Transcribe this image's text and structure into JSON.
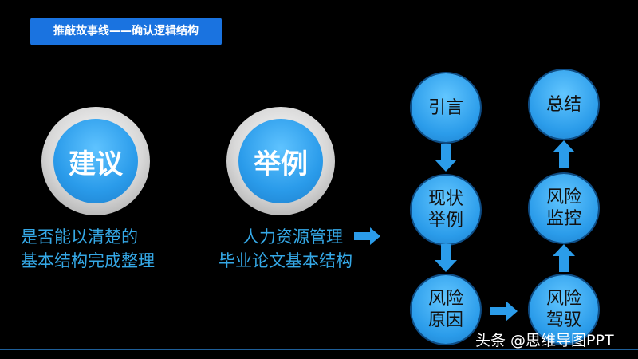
{
  "title": "推敲故事线——确认逻辑结构",
  "left_items": [
    {
      "circle": "建议",
      "lines": [
        "是否能以清楚的",
        "基本结构完成整理"
      ]
    },
    {
      "circle": "举例",
      "lines": [
        "人力资源管理",
        "毕业论文基本结构"
      ]
    }
  ],
  "flow": {
    "nodes": {
      "intro": [
        "引言"
      ],
      "example": [
        "现状",
        "举例"
      ],
      "cause": [
        "风险",
        "原因"
      ],
      "summary": [
        "总结"
      ],
      "monitor": [
        "风险",
        "监控"
      ],
      "control": [
        "风险",
        "驾驭"
      ]
    }
  },
  "watermark": "头条 @思维导图PPT",
  "colors": {
    "accent": "#1a73e0",
    "node": "#2b9cea",
    "text_blue": "#35a8e6"
  }
}
